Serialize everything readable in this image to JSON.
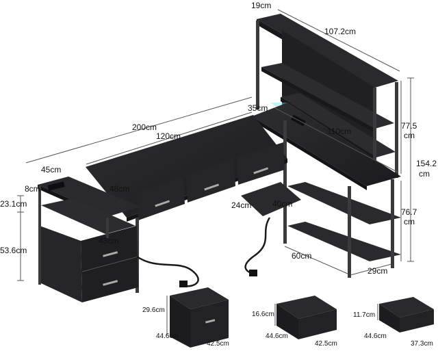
{
  "dimensions": {
    "hutch_depth": "19cm",
    "hutch_width": "107.2cm",
    "desk_total_length": "200cm",
    "desk_main_length": "120cm",
    "desk_corner_depth": "35cm",
    "return_length": "110cm",
    "side_cabinet_width": "45cm",
    "side_top_shelf": "8cm",
    "side_upper_height": "23.1cm",
    "side_lower_height": "53.6cm",
    "main_desk_depth": "48cm",
    "side_cabinet_depth": "43cm",
    "hutch_upper_height_value": "77.5",
    "hutch_upper_height_unit": "cm",
    "total_height_value": "154.2",
    "total_height_unit": "cm",
    "desk_height_value": "76.7",
    "desk_height_unit": "cm",
    "keyboard_shelf_width": "24cm",
    "keyboard_shelf_length": "40cm",
    "return_width": "60cm",
    "return_depth": "29cm"
  },
  "drawers": [
    {
      "height": "29.6cm",
      "depth": "44.6cm",
      "width": "42.5cm"
    },
    {
      "height": "16.6cm",
      "depth": "44.6cm",
      "width": "42.5cm"
    },
    {
      "height": "11.7cm",
      "depth": "44.6cm",
      "width": "37.3cm"
    }
  ],
  "colors": {
    "desk_black": "#1c1c1e",
    "desk_top": "#2a2a2c",
    "frame": "#3a3a3c",
    "led_glow": "#6fe6f0",
    "dim_line": "#555555"
  }
}
